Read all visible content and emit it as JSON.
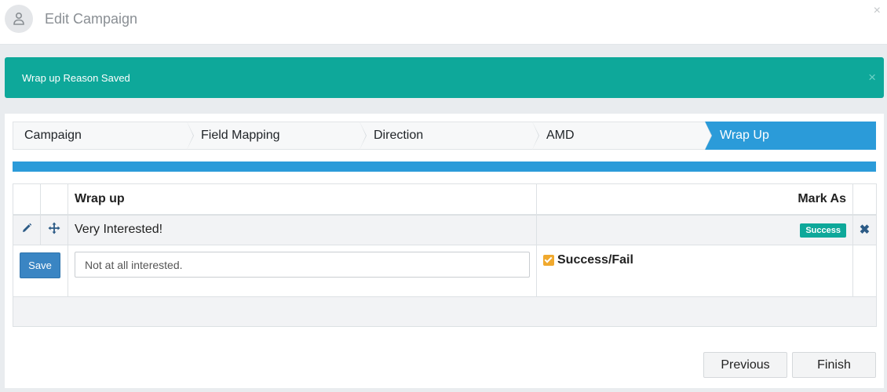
{
  "header": {
    "title": "Edit Campaign",
    "close_label": "×"
  },
  "alert": {
    "message": "Wrap up Reason Saved",
    "close_label": "×"
  },
  "wizard": {
    "steps": [
      {
        "label": "Campaign",
        "active": false
      },
      {
        "label": "Field Mapping",
        "active": false
      },
      {
        "label": "Direction",
        "active": false
      },
      {
        "label": "AMD",
        "active": false
      },
      {
        "label": "Wrap Up",
        "active": true
      }
    ],
    "progress_percent": 100
  },
  "table": {
    "columns": {
      "wrap_up": "Wrap up",
      "mark_as": "Mark As"
    },
    "rows": [
      {
        "wrap_up": "Very Interested!",
        "mark_as": "Success"
      }
    ],
    "edit_row": {
      "save_label": "Save",
      "input_value": "Not at all interested.",
      "checkbox_label": "Success/Fail",
      "checkbox_checked": true
    }
  },
  "footer": {
    "previous_label": "Previous",
    "finish_label": "Finish"
  },
  "colors": {
    "accent": "#2b9bd9",
    "success": "#0ea89a",
    "save": "#3a85c3",
    "checkbox": "#f0a92e"
  }
}
